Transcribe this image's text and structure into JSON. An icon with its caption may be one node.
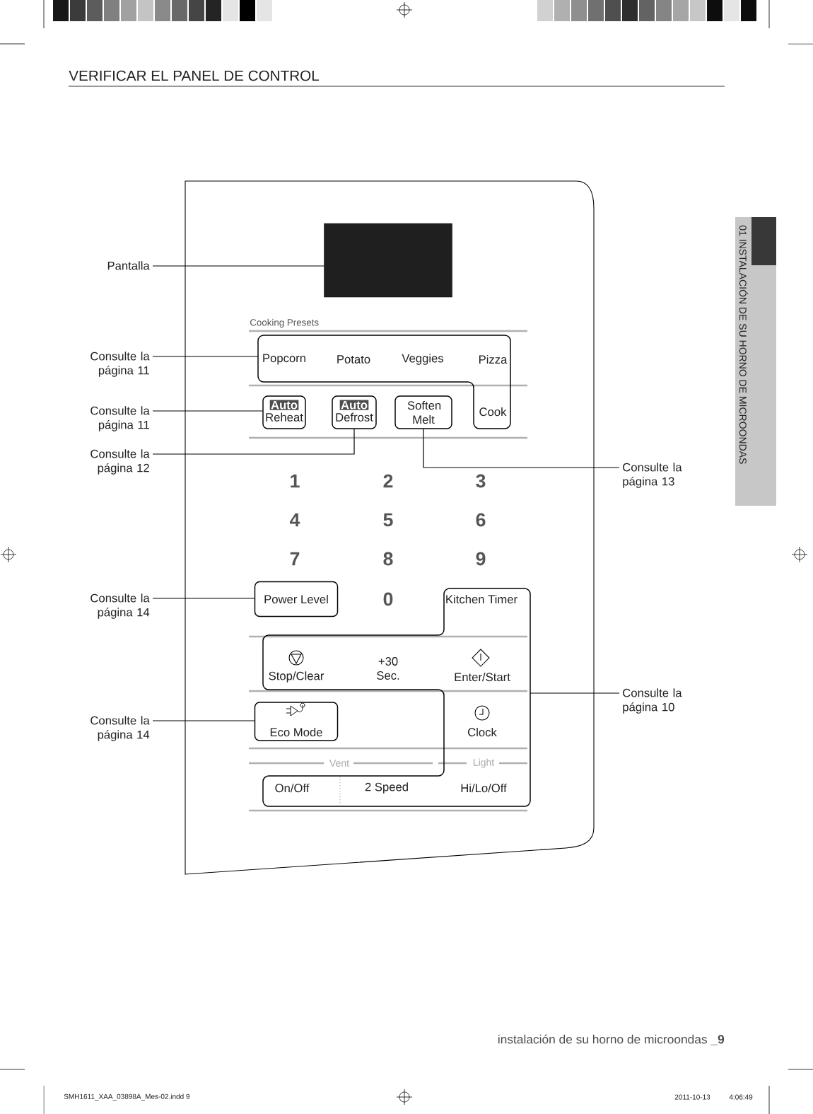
{
  "diagram": {
    "title": "VERIFICAR EL PANEL DE CONTROL",
    "nodes": [
      {
        "text": [
          "Pantalla"
        ]
      },
      {
        "text": [],
        "shape": "box"
      },
      {
        "text": [
          "Consulte la página 11"
        ]
      },
      {
        "text": [
          "Popcorn",
          "Potato",
          "Veggies",
          "Pizza",
          "Cook"
        ]
      },
      {
        "text": [
          "Consulte la página 11"
        ]
      },
      {
        "text": [
          "Auto",
          "Reheat"
        ]
      },
      {
        "text": [
          "Auto",
          "Defrost"
        ]
      },
      {
        "text": [
          "Soften Melt"
        ]
      },
      {
        "text": [
          "Consulte la página 12"
        ]
      },
      {
        "text": [
          "Consulte la página 13"
        ]
      },
      {
        "text": [
          "Consulte la página 14"
        ]
      },
      {
        "text": [
          "Power Level"
        ]
      },
      {
        "text": [
          "Kitchen Timer",
          "Stop/Clear",
          "+30 Sec.",
          "Enter/Start",
          "Clock",
          "On/Off",
          "2 Speed",
          "Hi/Lo/Off"
        ]
      },
      {
        "text": [
          "Consulte la página 10"
        ]
      },
      {
        "text": [
          "Consulte la página 14"
        ]
      },
      {
        "text": [
          "Eco Mode"
        ]
      }
    ],
    "edges": [
      {
        "from": 0,
        "to": 1,
        "arrow": "none"
      },
      {
        "from": 2,
        "to": 3,
        "arrow": "none"
      },
      {
        "from": 4,
        "to": 5,
        "arrow": "none"
      },
      {
        "from": 8,
        "to": 6,
        "arrow": "none"
      },
      {
        "from": 9,
        "to": 7,
        "arrow": "none"
      },
      {
        "from": 10,
        "to": 11,
        "arrow": "none"
      },
      {
        "from": 13,
        "to": 12,
        "arrow": "none"
      },
      {
        "from": 14,
        "to": 15,
        "arrow": "none"
      }
    ],
    "labels": [
      "Cooking Presets",
      "1",
      "2",
      "3",
      "4",
      "5",
      "6",
      "7",
      "8",
      "9",
      "0",
      "Vent",
      "Light",
      "01 INSTALACIÓN DE SU HORNO DE MICROONDAS",
      "instalación de su horno de microondas **_9**",
      "SMH1611_XAA_03898A_Mes-02.indd 9",
      "2011-10-13",
      "4:06:49"
    ]
  }
}
